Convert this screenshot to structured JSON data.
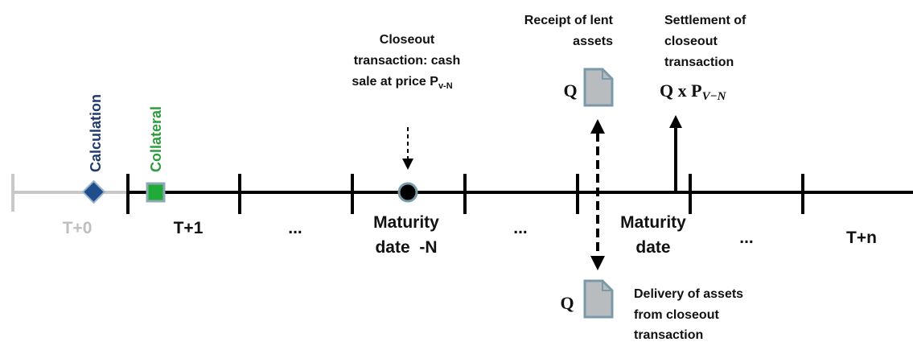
{
  "timeline": {
    "ticks": [
      "T+0",
      "T+1",
      "...",
      "Maturity date -N",
      "...",
      "Maturity date",
      "...",
      "T+n"
    ],
    "t0_label": "T+0",
    "t1_label": "T+1",
    "dots_1": "...",
    "maturity_n_line1": "Maturity",
    "maturity_n_line2": "date  -N",
    "dots_2": "...",
    "maturity_line1": "Maturity",
    "maturity_line2": "date",
    "dots_3": "...",
    "tn_label": "T+n"
  },
  "markers": {
    "calculation": "Calculation",
    "collateral": "Collateral"
  },
  "annotations": {
    "closeout_line1": "Closeout",
    "closeout_line2": "transaction: cash",
    "closeout_line3": "sale at price P",
    "closeout_subscript": "v-N",
    "receipt_line1": "Receipt of lent",
    "receipt_line2": "assets",
    "settlement_line1": "Settlement of",
    "settlement_line2": "closeout",
    "settlement_line3": "transaction",
    "delivery_line1": "Delivery of assets",
    "delivery_line2": "from closeout",
    "delivery_line3": "transaction"
  },
  "quantities": {
    "q_top": "Q",
    "q_bottom": "Q",
    "settlement_formula": "Q x P",
    "settlement_subscript": "V−N"
  },
  "colors": {
    "timeline": "#000000",
    "pre_timeline": "#bfbfbf",
    "calculation_label": "#1f3a6e",
    "calculation_diamond": "#1f4e8c",
    "collateral_label": "#2e9b3c",
    "collateral_square": "#1faa3a",
    "document_fill": "#b8bcbf",
    "document_stroke": "#7a9aa8"
  },
  "icons": [
    "document-icon",
    "document-icon"
  ]
}
